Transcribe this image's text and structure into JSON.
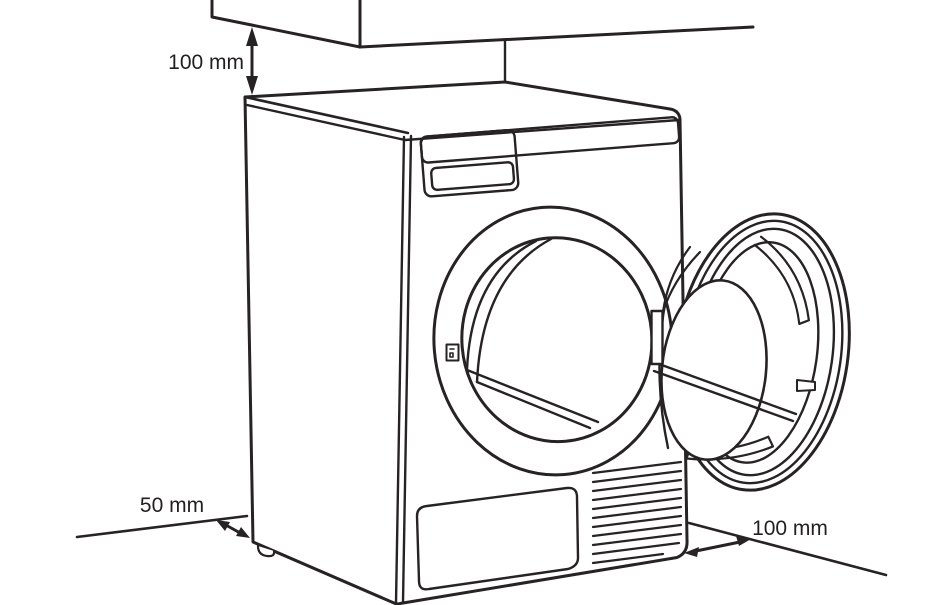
{
  "diagram": {
    "type": "installation-clearance-drawing",
    "subject": "tumble-dryer-with-open-door",
    "clearances": {
      "top": "100 mm",
      "left": "50 mm",
      "right": "100 mm"
    },
    "colors": {
      "line": "#272325",
      "background": "#ffffff",
      "text": "#231f20"
    },
    "icons": {
      "top_arrow": "double-headed-vertical-arrow",
      "left_arrow": "double-headed-diagonal-arrow",
      "right_arrow": "double-headed-horizontal-arrow",
      "door_lock": "door-lock-symbol"
    }
  }
}
